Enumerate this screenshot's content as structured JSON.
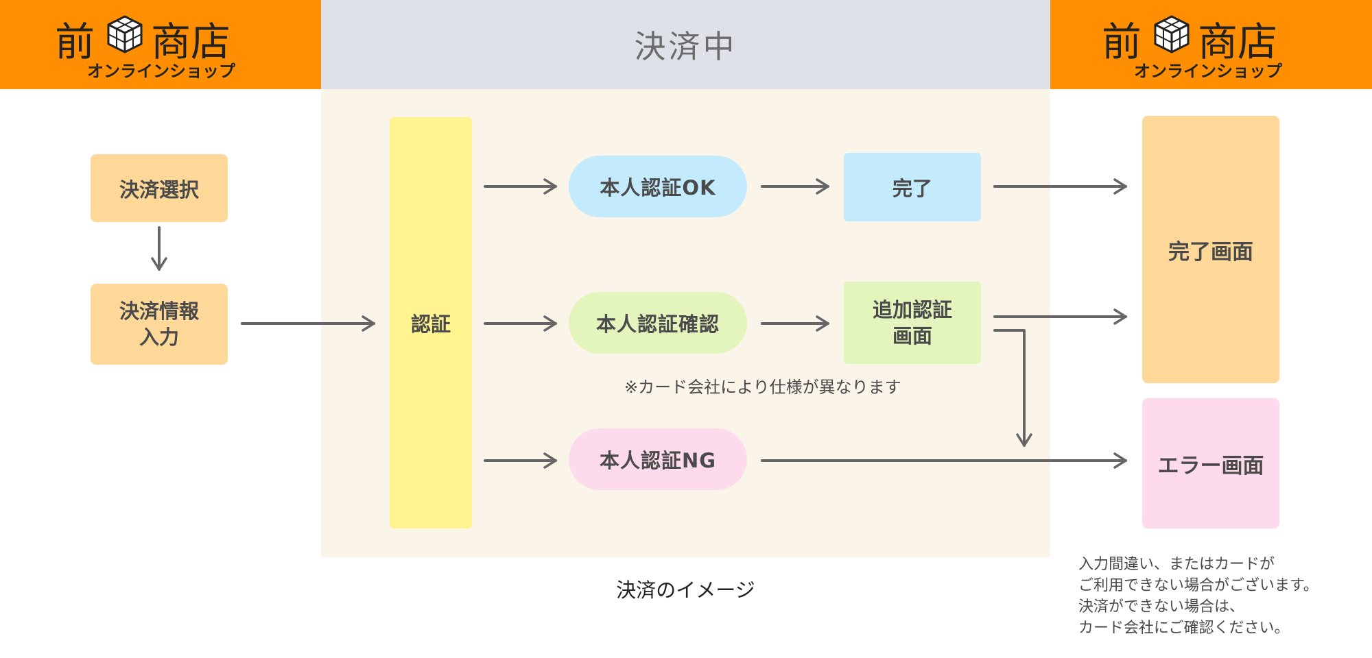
{
  "header": {
    "left_logo": {
      "name_char1": "前",
      "name_char2": "商店",
      "subtitle": "オンラインショップ"
    },
    "center_title": "決済中",
    "right_logo": {
      "name_char1": "前",
      "name_char2": "商店",
      "subtitle": "オンラインショップ"
    }
  },
  "nodes": {
    "payment_select": "決済選択",
    "payment_input_line1": "決済情報",
    "payment_input_line2": "入力",
    "auth": "認証",
    "auth_ok": "本人認証OK",
    "auth_confirm": "本人認証確認",
    "auth_ng": "本人認証NG",
    "complete": "完了",
    "extra_auth_line1": "追加認証",
    "extra_auth_line2": "画面",
    "complete_screen": "完了画面",
    "error_screen": "エラー画面"
  },
  "notes": {
    "card_note": "※カード会社により仕様が異なります",
    "caption": "決済のイメージ",
    "error_note_lines": [
      "入力間違い、またはカードが",
      "ご利用できない場合がございます。",
      "決済ができない場合は、",
      "カード会社にご確認ください。"
    ]
  },
  "colors": {
    "header_orange": "#ff8f00",
    "header_gray": "#dee2e8",
    "zone_beige": "#fbf5e9",
    "peach": "#fdd898",
    "yellow": "#fff490",
    "blue": "#c3ebfd",
    "green": "#e3f4bc",
    "pink": "#fddbec",
    "arrow": "#666666"
  }
}
